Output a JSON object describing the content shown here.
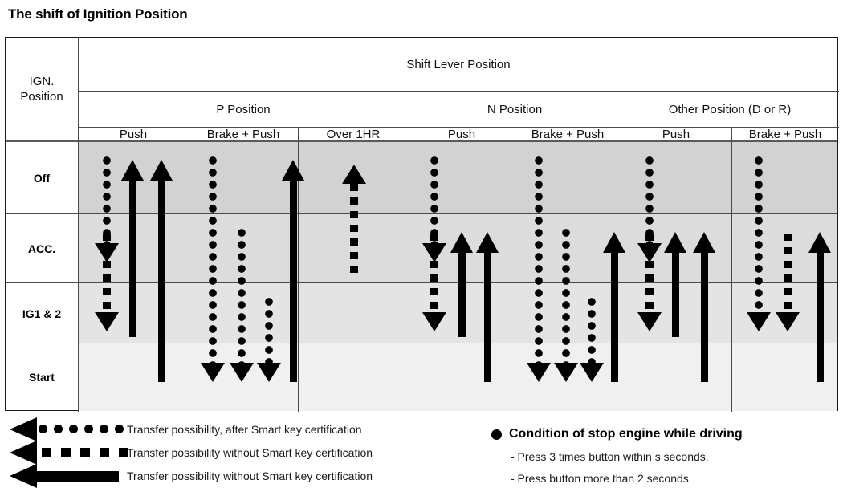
{
  "page_title": "The shift of Ignition Position",
  "table": {
    "corner_label": "IGN.\nPosition",
    "corner_line1": "IGN.",
    "corner_line2": "Position",
    "top_header": "Shift Lever Position",
    "groups": [
      {
        "label": "P Position",
        "span": 3
      },
      {
        "label": "N Position",
        "span": 2
      },
      {
        "label": "Other Position (D or R)",
        "span": 2
      }
    ],
    "columns": [
      "Push",
      "Brake + Push",
      "Over 1HR",
      "Push",
      "Brake + Push",
      "Push",
      "Brake + Push"
    ],
    "rows": [
      "Off",
      "ACC.",
      "IG1 & 2",
      "Start"
    ],
    "row_colors": [
      "#d2d2d2",
      "#dcdcdc",
      "#e4e4e4",
      "#f0f0f0"
    ]
  },
  "legend_left": [
    {
      "symbol": "dotted-arrow-left",
      "text": "Transfer possibility, after Smart key certification"
    },
    {
      "symbol": "dashed-arrow-left",
      "text": "Transfer possibility without Smart key certification"
    },
    {
      "symbol": "solid-arrow-left",
      "text": "Transfer possibility without Smart key certification"
    }
  ],
  "legend_right": {
    "heading": "Condition of stop engine while driving",
    "items": [
      "- Press 3 times button within s seconds.",
      "- Press button more than 2 seconds"
    ]
  },
  "chart_data": {
    "type": "diagram",
    "title": "The shift of Ignition Position",
    "rows": [
      "Off",
      "ACC.",
      "IG1 & 2",
      "Start"
    ],
    "columns": [
      "P Position / Push",
      "P Position / Brake + Push",
      "P Position / Over 1HR",
      "N Position / Push",
      "N Position / Brake + Push",
      "Other Position (D or R) / Push",
      "Other Position (D or R) / Brake + Push"
    ],
    "arrows": [
      {
        "column": 0,
        "style": "dotted",
        "dir": "down",
        "from": "Off",
        "to": "ACC."
      },
      {
        "column": 0,
        "style": "dashed",
        "dir": "down",
        "from": "ACC.",
        "to": "IG1 & 2"
      },
      {
        "column": 0,
        "style": "solid",
        "dir": "up",
        "from": "IG1 & 2",
        "to": "Off"
      },
      {
        "column": 0,
        "style": "solid",
        "dir": "up",
        "from": "Start",
        "to": "Off"
      },
      {
        "column": 1,
        "style": "dotted",
        "dir": "down",
        "from": "Off",
        "to": "Start"
      },
      {
        "column": 1,
        "style": "dotted",
        "dir": "down",
        "from": "ACC.",
        "to": "Start"
      },
      {
        "column": 1,
        "style": "dotted",
        "dir": "down",
        "from": "IG1 & 2",
        "to": "Start"
      },
      {
        "column": 1,
        "style": "solid",
        "dir": "up",
        "from": "Start",
        "to": "Off"
      },
      {
        "column": 2,
        "style": "dashed",
        "dir": "up",
        "from": "ACC.",
        "to": "Off"
      },
      {
        "column": 3,
        "style": "dotted",
        "dir": "down",
        "from": "Off",
        "to": "ACC."
      },
      {
        "column": 3,
        "style": "dashed",
        "dir": "down",
        "from": "ACC.",
        "to": "IG1 & 2"
      },
      {
        "column": 3,
        "style": "solid",
        "dir": "up",
        "from": "IG1 & 2",
        "to": "ACC."
      },
      {
        "column": 3,
        "style": "solid",
        "dir": "up",
        "from": "Start",
        "to": "ACC."
      },
      {
        "column": 4,
        "style": "dotted",
        "dir": "down",
        "from": "Off",
        "to": "Start"
      },
      {
        "column": 4,
        "style": "dotted",
        "dir": "down",
        "from": "ACC.",
        "to": "Start"
      },
      {
        "column": 4,
        "style": "dotted",
        "dir": "down",
        "from": "IG1 & 2",
        "to": "Start"
      },
      {
        "column": 4,
        "style": "solid",
        "dir": "up",
        "from": "Start",
        "to": "ACC."
      },
      {
        "column": 5,
        "style": "dotted",
        "dir": "down",
        "from": "Off",
        "to": "ACC."
      },
      {
        "column": 5,
        "style": "dashed",
        "dir": "down",
        "from": "ACC.",
        "to": "IG1 & 2"
      },
      {
        "column": 5,
        "style": "solid",
        "dir": "up",
        "from": "IG1 & 2",
        "to": "ACC."
      },
      {
        "column": 5,
        "style": "solid",
        "dir": "up",
        "from": "Start",
        "to": "ACC."
      },
      {
        "column": 6,
        "style": "dotted",
        "dir": "down",
        "from": "Off",
        "to": "IG1 & 2"
      },
      {
        "column": 6,
        "style": "dashed",
        "dir": "down",
        "from": "ACC.",
        "to": "IG1 & 2"
      },
      {
        "column": 6,
        "style": "solid",
        "dir": "up",
        "from": "Start",
        "to": "ACC."
      }
    ]
  }
}
